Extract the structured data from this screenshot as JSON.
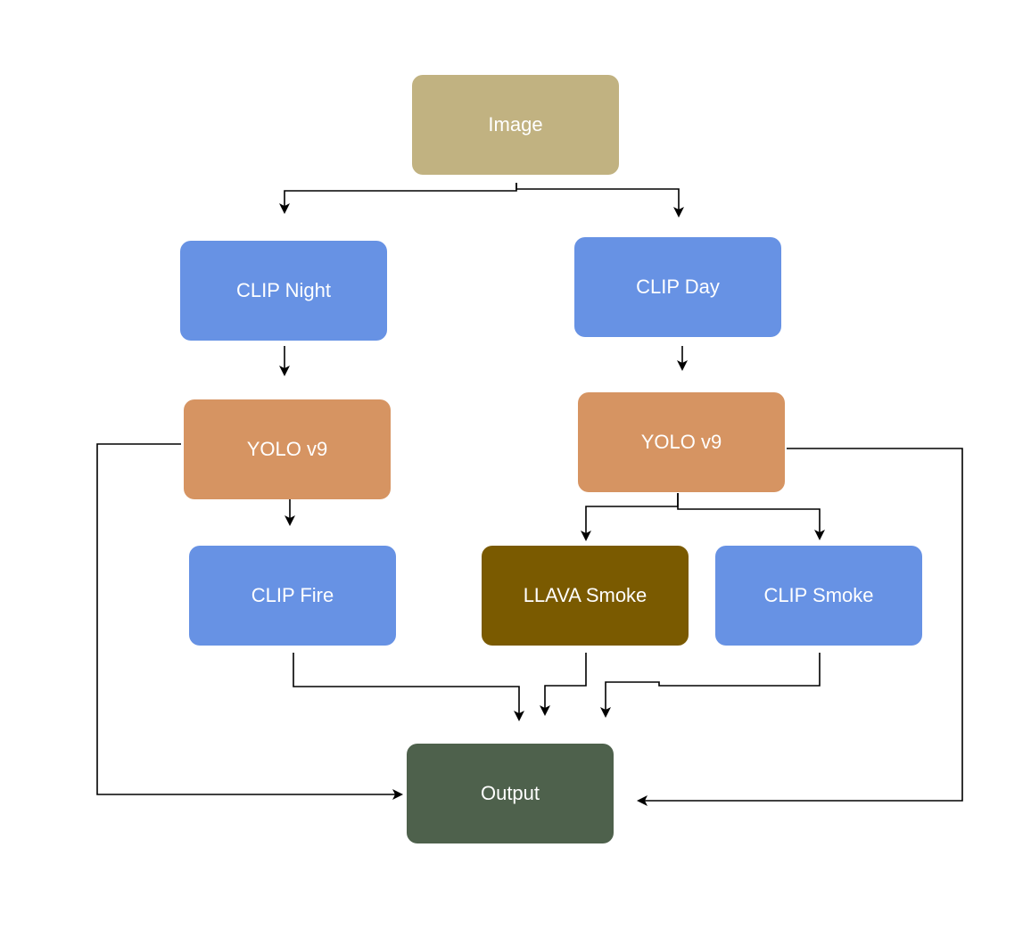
{
  "nodes": {
    "image": {
      "label": "Image",
      "color": "#C1B281"
    },
    "clip_night": {
      "label": "CLIP Night",
      "color": "#6792E4"
    },
    "clip_day": {
      "label": "CLIP Day",
      "color": "#6792E4"
    },
    "yolo_left": {
      "label": "YOLO v9",
      "color": "#D69462"
    },
    "yolo_right": {
      "label": "YOLO v9",
      "color": "#D69462"
    },
    "clip_fire": {
      "label": "CLIP Fire",
      "color": "#6792E4"
    },
    "llava_smoke": {
      "label": "LLAVA Smoke",
      "color": "#7A5A00"
    },
    "clip_smoke": {
      "label": "CLIP Smoke",
      "color": "#6792E4"
    },
    "output": {
      "label": "Output",
      "color": "#4E614C"
    }
  },
  "edge_color": "#000000"
}
